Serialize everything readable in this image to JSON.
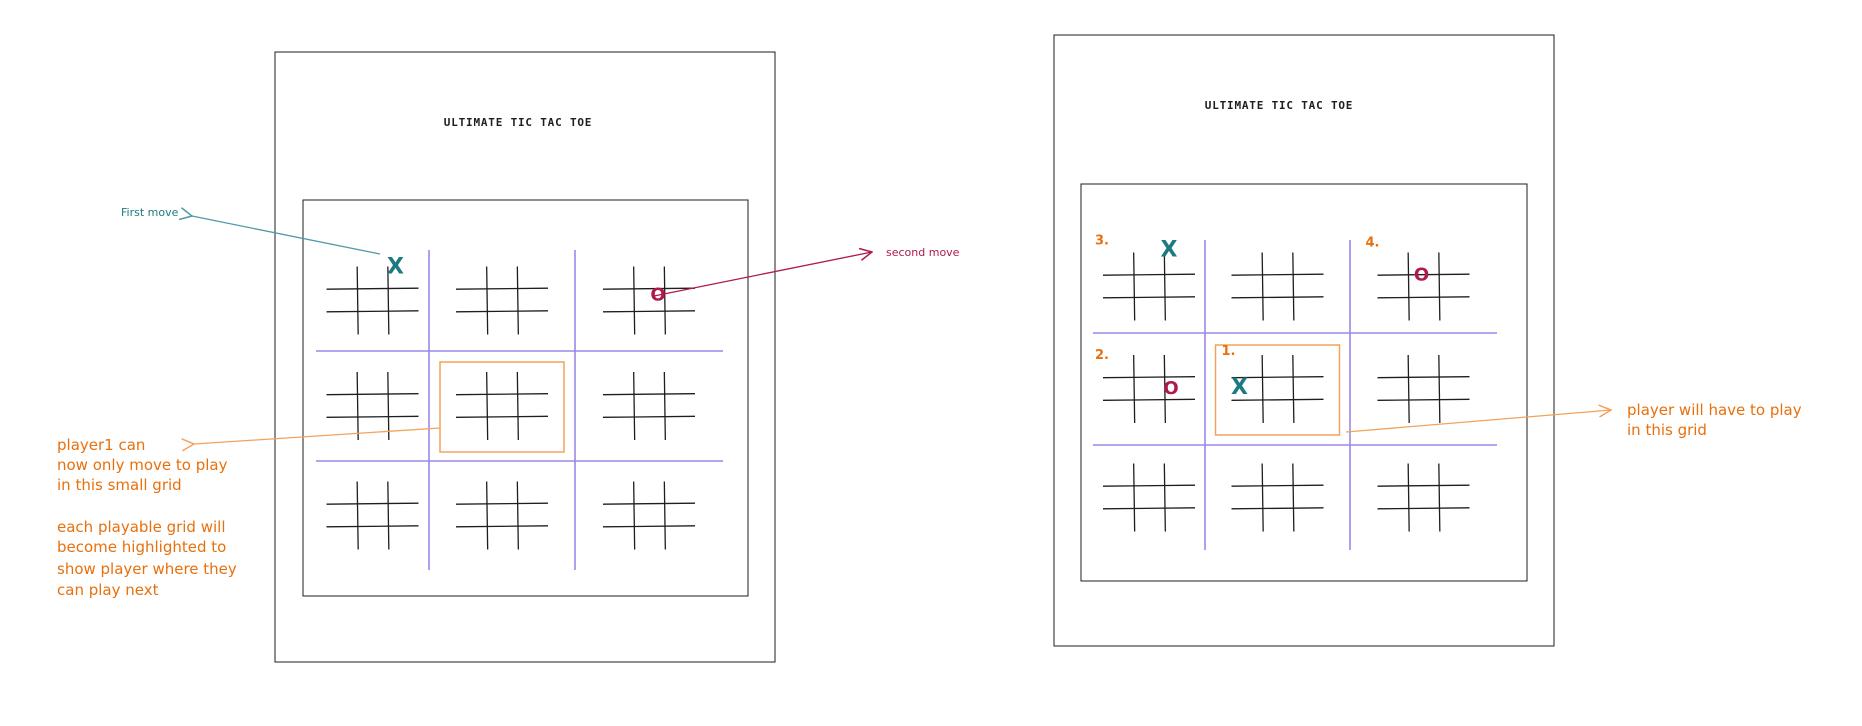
{
  "colors": {
    "ink": "#1e1e1e",
    "divider": "#9b87e8",
    "highlight": "#f4a25c",
    "teal": "#1c7a80",
    "crimson": "#b0194d",
    "orange": "#e8700d",
    "arrow_teal": "#4f9aa8"
  },
  "left_board": {
    "title": "ULTIMATE TIC TAC TOE",
    "marks": [
      {
        "cell": 0,
        "symbol": "X",
        "color": "teal"
      },
      {
        "cell": 2,
        "symbol": "O",
        "color": "crimson"
      }
    ],
    "highlighted_cell": 4
  },
  "right_board": {
    "title": "ULTIMATE TIC TAC TOE",
    "marks": [
      {
        "cell": 0,
        "symbol": "X",
        "color": "teal"
      },
      {
        "cell": 2,
        "symbol": "O",
        "color": "crimson"
      },
      {
        "cell": 3,
        "symbol": "O",
        "color": "crimson"
      },
      {
        "cell": 4,
        "symbol": "X",
        "color": "teal"
      }
    ],
    "badges": [
      {
        "cell": 4,
        "label": "1."
      },
      {
        "cell": 3,
        "label": "2."
      },
      {
        "cell": 0,
        "label": "3."
      },
      {
        "cell": 2,
        "label": "4."
      }
    ],
    "highlighted_cell": 4
  },
  "annotations": {
    "first_move": "First move",
    "second_move": "second move",
    "player1_note": [
      "player1 can",
      "now only move to play",
      "in this small grid"
    ],
    "highlight_note": [
      "each playable grid will",
      "become highlighted to",
      "show player where they",
      "can play next"
    ],
    "right_note": [
      "player will have to play",
      "in this grid"
    ]
  }
}
